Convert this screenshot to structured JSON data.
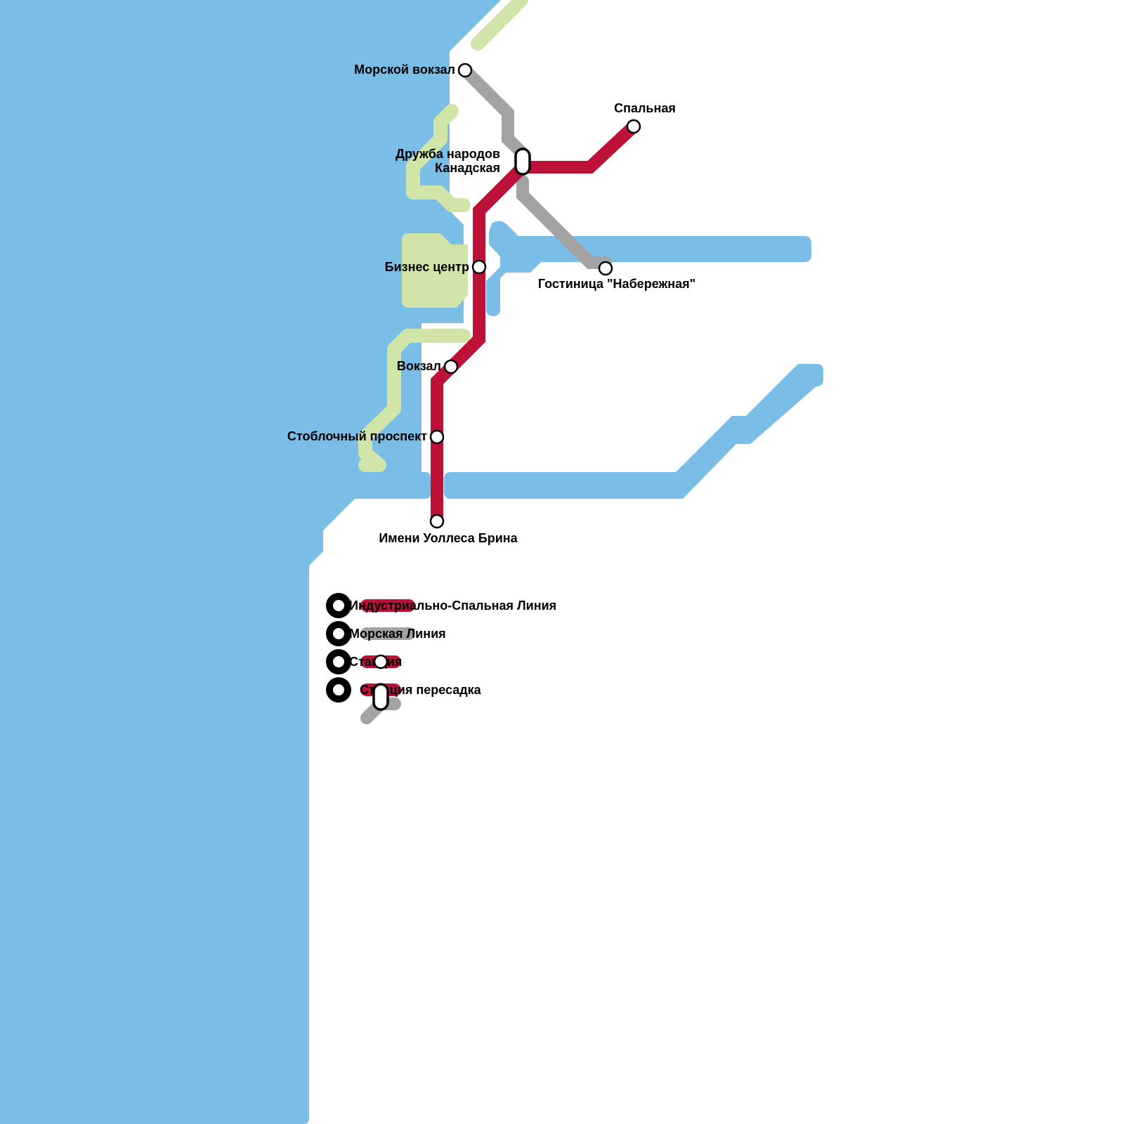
{
  "map": {
    "colors": {
      "water": "#7abde7",
      "park": "#d1e5a8",
      "background": "#ffffff",
      "station_fill": "#ffffff",
      "station_stroke": "#000000"
    },
    "lines": [
      {
        "id": "industrial-sleeping",
        "name": "Индустриально-Спальная Линия",
        "color": "#bc1238",
        "stations": [
          "Имени Уоллеса Брина",
          "Стоблочный проспект",
          "Вокзал",
          "Бизнес центр",
          "Канадская",
          "Спальная"
        ]
      },
      {
        "id": "sea",
        "name": "Морская Линия",
        "color": "#a3a3a3",
        "stations": [
          "Морской вокзал",
          "Дружба народов",
          "Гостиница \"Набережная\""
        ]
      }
    ],
    "stations": {
      "morskoy_vokzal": "Морской вокзал",
      "spalnaya": "Спальная",
      "druzhba_narodov": "Дружба народов",
      "kanadskaya": "Канадская",
      "biznes_centr": "Бизнес центр",
      "gostinica": "Гостиница \"Набережная\"",
      "vokzal": "Вокзал",
      "stoblochny": "Стоблочный проспект",
      "breen": "Имени Уоллеса Брина"
    },
    "transfers": [
      {
        "stations": [
          "Дружба народов",
          "Канадская"
        ],
        "lines": [
          "sea",
          "industrial-sleeping"
        ]
      }
    ]
  },
  "legend": {
    "items": [
      {
        "label": "Индустриально-Спальная Линия",
        "type": "line",
        "color": "#bc1238"
      },
      {
        "label": "Морская Линия",
        "type": "line",
        "color": "#a3a3a3"
      },
      {
        "label": "Станция",
        "type": "station"
      },
      {
        "label": "Станция пересадка",
        "type": "transfer"
      }
    ]
  }
}
